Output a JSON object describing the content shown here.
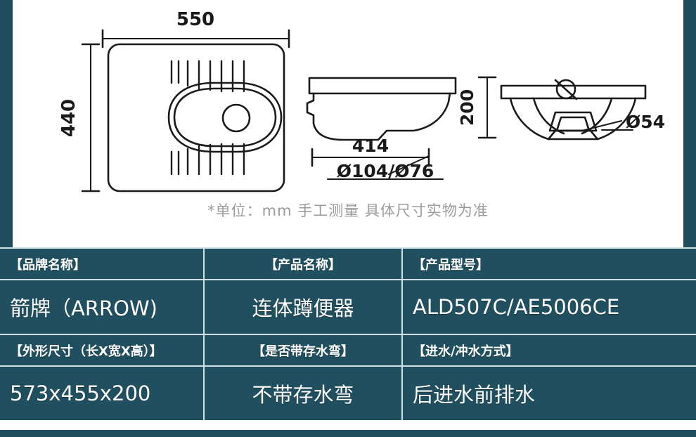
{
  "diagram": {
    "unit_note": "*单位：mm 手工测量 具体尺寸实物为准",
    "top_view": {
      "width_label": "550",
      "height_label": "440"
    },
    "side_view": {
      "length_label": "414",
      "height_label": "200",
      "outlet_label": "Ø104/Ø76"
    },
    "front_view": {
      "height_label": "200",
      "inlet_label": "Ø54"
    }
  },
  "spec_table": {
    "rows": [
      {
        "type": "header",
        "cells": [
          "【品牌名称】",
          "【产品名称】",
          "【产品型号】"
        ]
      },
      {
        "type": "value",
        "cells": [
          "箭牌（ARROW)",
          "连体蹲便器",
          "ALD507C/AE5006CE"
        ]
      },
      {
        "type": "header",
        "cells": [
          "【外形尺寸（长X宽X高）】",
          "【是否带存水弯】",
          "【进水/冲水方式】"
        ]
      },
      {
        "type": "value",
        "cells": [
          "573x455x200",
          "不带存水弯",
          "后进水前排水"
        ]
      }
    ]
  },
  "colors": {
    "panel_teal": "#20505f",
    "frame_teal": "#1f4d5e",
    "rule_light": "#cfe0e6",
    "text_white": "#ffffff",
    "note_gray": "#9b9b9b",
    "line_black": "#1a1a1a"
  }
}
